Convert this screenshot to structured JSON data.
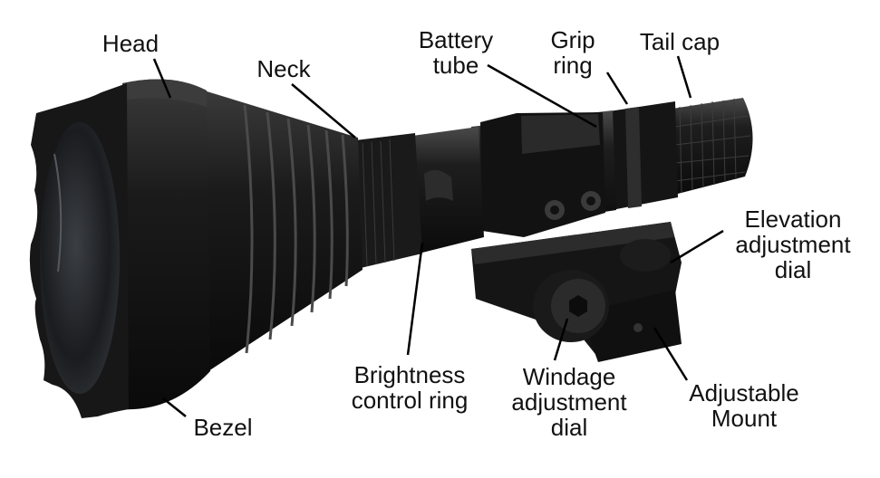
{
  "labels": {
    "head": "Head",
    "neck": "Neck",
    "battery_tube": "Battery\ntube",
    "grip_ring": "Grip\nring",
    "tail_cap": "Tail cap",
    "elevation_dial": "Elevation\nadjustment\ndial",
    "adjustable_mount": "Adjustable\nMount",
    "windage_dial": "Windage\nadjustment\ndial",
    "brightness_ring": "Brightness\ncontrol ring",
    "bezel": "Bezel"
  },
  "colors": {
    "body": "#141414",
    "body_mid": "#262626",
    "highlight": "#5a5a5a",
    "line": "#000000"
  }
}
